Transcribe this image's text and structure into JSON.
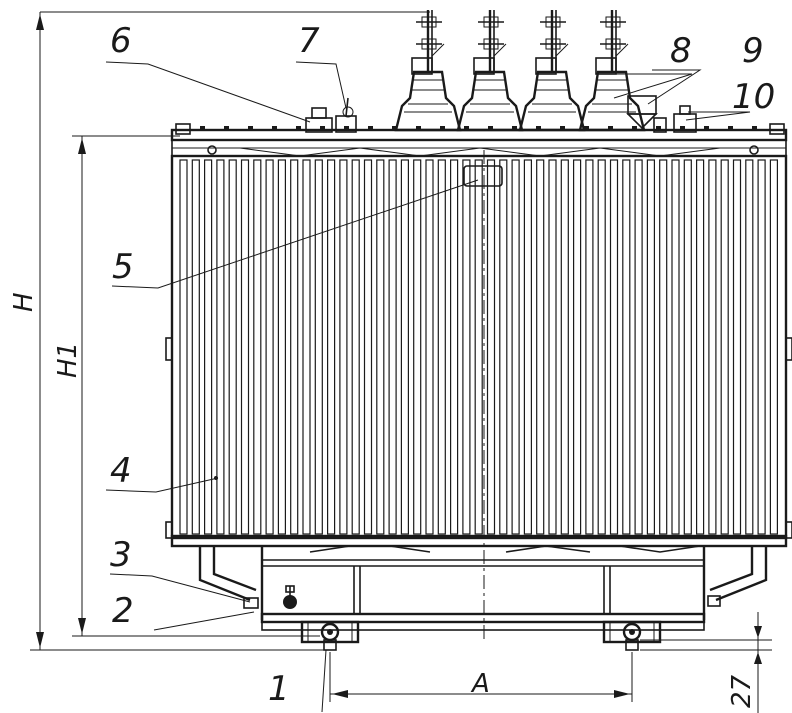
{
  "drawing": {
    "callouts": [
      "1",
      "2",
      "3",
      "4",
      "5",
      "6",
      "7",
      "8",
      "9",
      "10"
    ],
    "dimensions": {
      "total_height": "H",
      "tank_height": "H1",
      "wheel_spacing": "A",
      "base_offset": "27"
    }
  }
}
